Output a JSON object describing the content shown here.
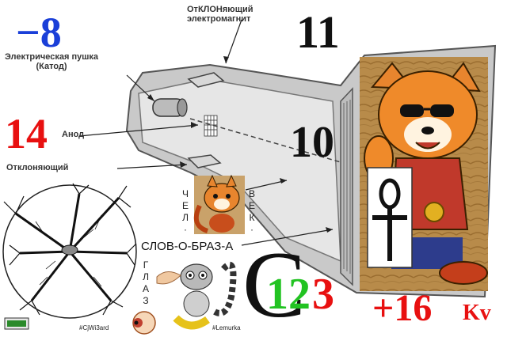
{
  "labels": {
    "deflect_magnet": "ОтКЛОНяющий\nэлектромагнит",
    "cathode": "Электрическая пушка\n(Катод)",
    "anode": "Анод",
    "deflecting": "Отклоняющий"
  },
  "numbers": {
    "minus8": "−8",
    "n11": "11",
    "n14": "14",
    "n10": "10",
    "kv_number": "+16",
    "kv_unit": "Kv"
  },
  "word_chain": {
    "chel": [
      "Ч",
      "Е",
      "Л",
      "·"
    ],
    "vek": [
      "В",
      "Е",
      "К",
      "·"
    ],
    "slovo_obraz": "СЛОВ-О-БРАЗ-А",
    "glaz": [
      "Г",
      "Л",
      "А",
      "З"
    ]
  },
  "logo": {
    "letter": "C",
    "digit1": "1",
    "digit2": "2",
    "digit3": "3"
  },
  "tags": {
    "cjwizard": "#CjWi3ard",
    "lemurka": "#Lemurka"
  },
  "colors": {
    "blue": "#1a3fd8",
    "red": "#e81010",
    "green": "#22c322",
    "black": "#111111"
  }
}
